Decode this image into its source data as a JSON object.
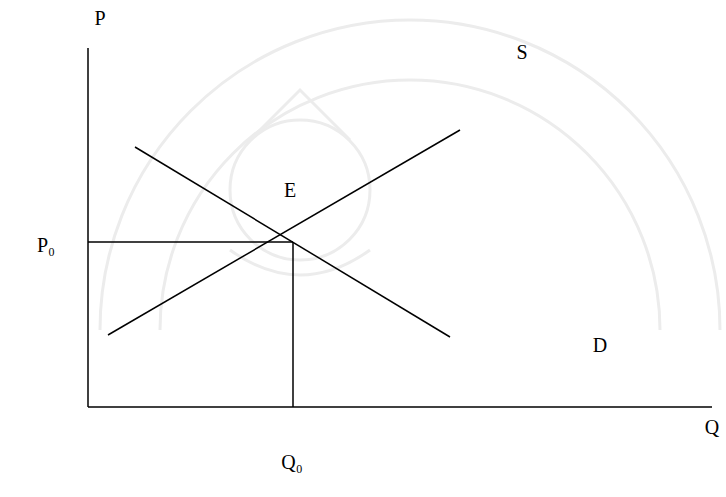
{
  "diagram": {
    "labels": [
      "P",
      "S",
      "E",
      "P₀",
      "D",
      "Q₀",
      "Q"
    ]
  }
}
